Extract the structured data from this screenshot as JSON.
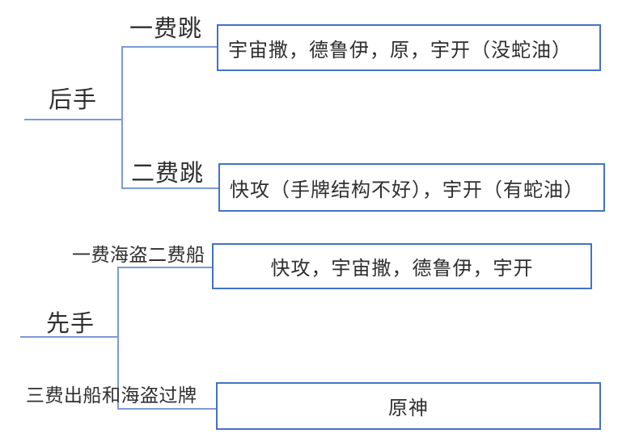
{
  "diagram": {
    "title_hint": "mulligan-decision-tree",
    "groups": [
      {
        "node": "后手",
        "branches": [
          {
            "label": "一费跳",
            "content": "宇宙撒，德鲁伊，原，宇开（没蛇油）"
          },
          {
            "label": "二费跳",
            "content": "快攻（手牌结构不好），宇开（有蛇油）"
          }
        ]
      },
      {
        "node": "先手",
        "branches": [
          {
            "label": "一费海盗二费船",
            "content": "快攻，宇宙撒，德鲁伊，宇开"
          },
          {
            "label": "三费出船和海盗过牌",
            "content": "原神"
          }
        ]
      }
    ],
    "colors": {
      "box_border": "#4472C4",
      "connector": "#7C9AD6",
      "text": "#2F2F2F",
      "background": "#FFFFFF"
    }
  }
}
